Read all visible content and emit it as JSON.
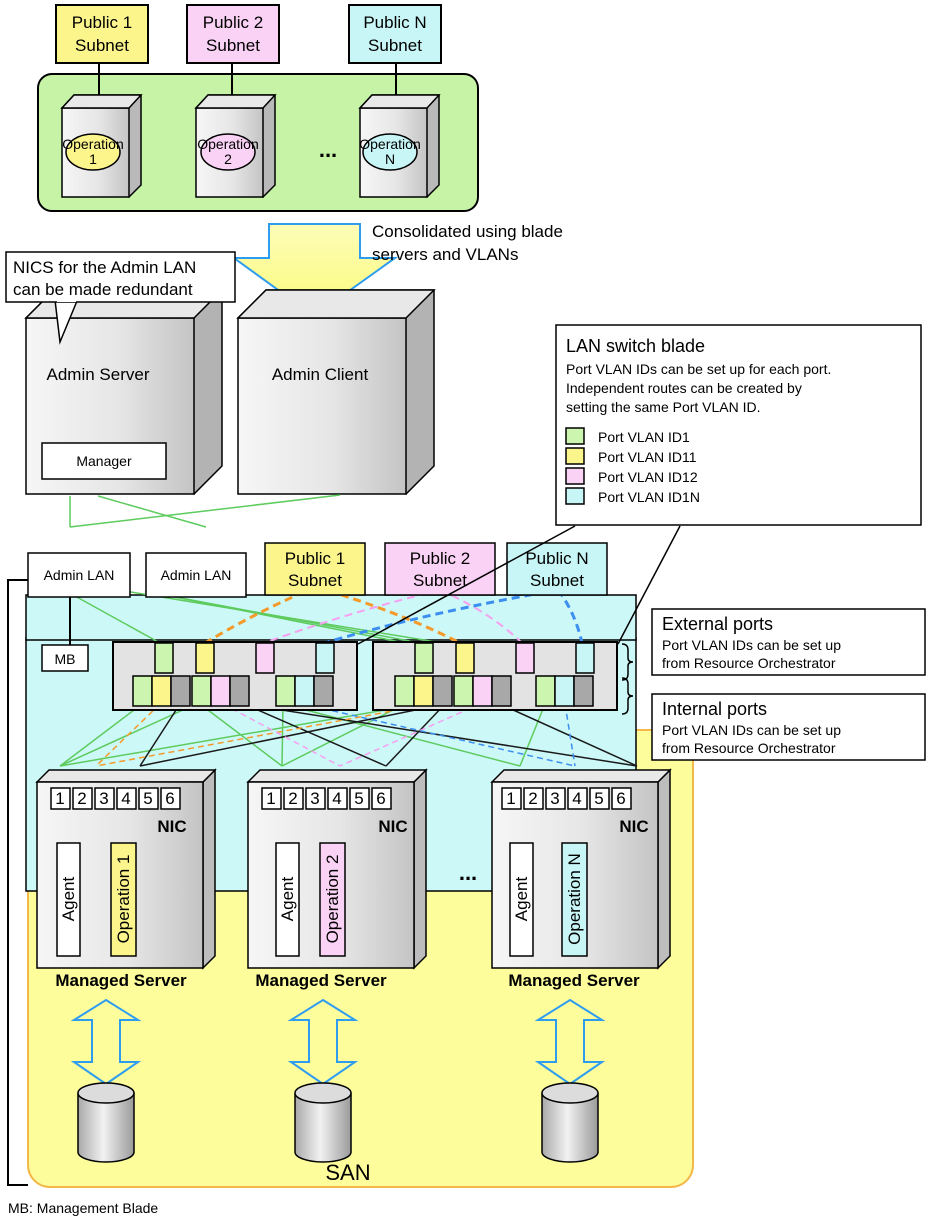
{
  "top_subnets": {
    "public1_line1": "Public 1",
    "public1_line2": "Subnet",
    "public2_line1": "Public 2",
    "public2_line2": "Subnet",
    "publicN_line1": "Public N",
    "publicN_line2": "Subnet"
  },
  "top_operations": {
    "op1_line1": "Operation",
    "op1_line2": "1",
    "op2_line1": "Operation",
    "op2_line2": "2",
    "opN_line1": "Operation",
    "opN_line2": "N",
    "ellipsis": "..."
  },
  "consolidation": {
    "line1": "Consolidated using blade",
    "line2": "servers and VLANs"
  },
  "nics_callout": {
    "line1": "NICS for the Admin LAN",
    "line2": "can be made redundant"
  },
  "admin": {
    "server": "Admin Server",
    "manager": "Manager",
    "client": "Admin Client",
    "lan1": "Admin LAN",
    "lan2": "Admin LAN"
  },
  "lan_switch_info": {
    "title": "LAN switch blade",
    "desc1": "Port VLAN IDs can be set up for each port.",
    "desc2": "Independent routes can be created by",
    "desc3": "setting the same Port VLAN ID.",
    "legend": [
      {
        "label": "Port VLAN ID1",
        "color": "#ccf5b0"
      },
      {
        "label": "Port VLAN ID11",
        "color": "#fbf58c"
      },
      {
        "label": "Port VLAN ID12",
        "color": "#fad2f5"
      },
      {
        "label": "Port VLAN ID1N",
        "color": "#c8f5f5"
      }
    ]
  },
  "mid_subnets": {
    "public1_line1": "Public 1",
    "public1_line2": "Subnet",
    "public2_line1": "Public 2",
    "public2_line2": "Subnet",
    "publicN_line1": "Public N",
    "publicN_line2": "Subnet"
  },
  "mb": "MB",
  "external_ports": {
    "title": "External ports",
    "desc1": "Port VLAN IDs can be set up",
    "desc2": "from Resource Orchestrator"
  },
  "internal_ports": {
    "title": "Internal ports",
    "desc1": "Port VLAN IDs can be set up",
    "desc2": "from Resource Orchestrator"
  },
  "nic_numbers": [
    "1",
    "2",
    "3",
    "4",
    "5",
    "6"
  ],
  "managed_servers": [
    {
      "nic": "NIC",
      "agent": "Agent",
      "operation": "Operation 1",
      "name": "Managed Server"
    },
    {
      "nic": "NIC",
      "agent": "Agent",
      "operation": "Operation 2",
      "name": "Managed Server"
    },
    {
      "nic": "NIC",
      "agent": "Agent",
      "operation": "Operation N",
      "name": "Managed Server"
    }
  ],
  "server_ellipsis": "...",
  "san": "SAN",
  "footnote": "MB: Management Blade",
  "colors": {
    "green": "#ccf5b0",
    "yellow": "#fbf58c",
    "pink": "#fad2f5",
    "cyan": "#c8f5f5",
    "grey": "#a8a8a8",
    "enclosure": "#cdf8f8",
    "san": "#fdfd9c",
    "top_area": "#c6f3a6",
    "line_green": "#5dcb5d",
    "line_orange": "#f39a2a",
    "line_pink": "#f5a0f0",
    "line_blue": "#3c8ff0"
  }
}
